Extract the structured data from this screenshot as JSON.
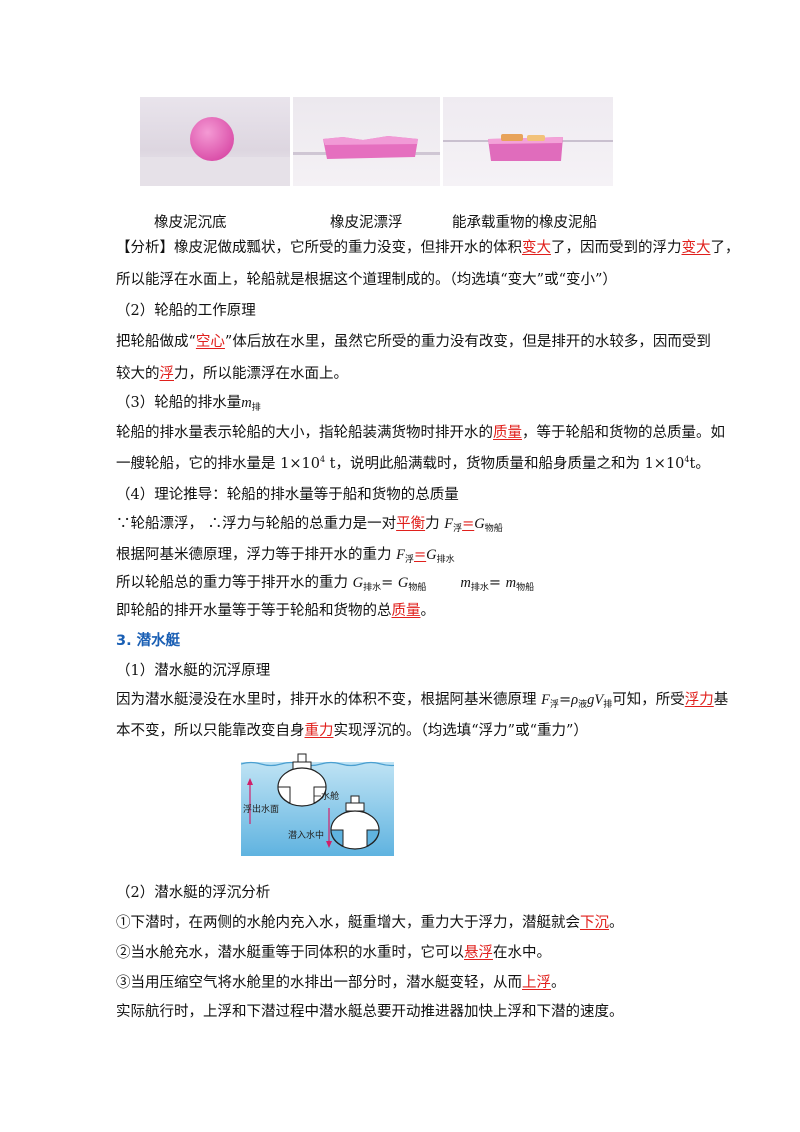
{
  "figures": {
    "photo1_caption": "橡皮泥沉底",
    "photo2_caption": "橡皮泥漂浮",
    "photo3_caption": "能承载重物的橡皮泥船"
  },
  "analysis": {
    "l1a": "【分析】橡皮泥做成瓢状，它所受的重力没变，但排开水的体积",
    "l1b": "变大",
    "l1c": "了，因而受到的浮力",
    "l1d": "变大",
    "l1e": "了，",
    "l2": "所以能浮在水面上，轮船就是根据这个道理制成的。（均选填“变大”或“变小”）"
  },
  "s2": {
    "title": "（2）轮船的工作原理",
    "l1a": "把轮船做成“",
    "l1b": "空心",
    "l1c": "”体后放在水里，虽然它所受的重力没有改变，但是排开的水较多，因而受到",
    "l2a": "较大的",
    "l2b": "浮",
    "l2c": "力，所以能漂浮在水面上。"
  },
  "s3": {
    "title": "（3）轮船的排水量",
    "title_m": "m",
    "title_sub": "排",
    "l1a": "轮船的排水量表示轮船的大小，指轮船装满货物时排开水的",
    "l1b": "质量",
    "l1c": "，等于轮船和货物的总质量。如",
    "l2a": "一艘轮船，它的排水量是 1×10",
    "l2sup": "4",
    "l2b": " t，说明此船满载时，货物质量和船身质量之和为 1×10",
    "l2sup2": "4",
    "l2c": "t。"
  },
  "s4": {
    "title": "（4）理论推导：轮船的排水量等于船和货物的总质量",
    "l1a": "∵轮船漂浮，   ∴浮力与轮船的总重力是一对",
    "l1b": "平衡",
    "l1c": "力 ",
    "l1F": "F",
    "l1sub1": "浮",
    "l1eq": "=",
    "l1G": "G",
    "l1sub2": "物船",
    "l2a": "根据阿基米德原理，浮力等于排开水的重力 ",
    "l2F": "F",
    "l2sub1": "浮",
    "l2eq": "=",
    "l2G": "G",
    "l2sub2": "排水",
    "l3a": "所以轮船总的重力等于排开水的重力 ",
    "l3G1": "G",
    "l3sub1": "排水",
    "l3eq1": "= ",
    "l3G2": "G",
    "l3sub2": "物船",
    "l3m1": "m",
    "l3sub3": "排水",
    "l3eq2": "= ",
    "l3m2": "m",
    "l3sub4": "物船",
    "l4a": "即轮船的排开水量等于等于轮船和货物的总",
    "l4b": "质量",
    "l4c": "。"
  },
  "sub": {
    "heading": "3. 潜水艇",
    "p1_title": "（1）潜水艇的沉浮原理",
    "p1_l1a": "因为潜水艇浸没在水里时，排开水的体积不变，根据阿基米德原理 ",
    "p1_F": "F",
    "p1_sub1": "浮",
    "p1_eq": "=",
    "p1_rho": "ρ",
    "p1_sub2": "液",
    "p1_g": "gV",
    "p1_sub3": "排",
    "p1_l1b": "可知，所受",
    "p1_l1c": "浮力",
    "p1_l1d": "基",
    "p1_l2a": "本不变，所以只能靠改变自身",
    "p1_l2b": "重力",
    "p1_l2c": "实现浮沉的。（均选填“浮力”或“重力”）",
    "diagram_up": "浮出水面",
    "diagram_tank": "水舱",
    "diagram_down": "潜入水中",
    "p2_title": "（2）潜水艇的浮沉分析",
    "p2_l1a": "①下潜时，在两侧的水舱内充入水，艇重增大，重力大于浮力，潜艇就会",
    "p2_l1b": "下沉",
    "p2_l1c": "。",
    "p2_l2a": "②当水舱充水，潜水艇重等于同体积的水重时，它可以",
    "p2_l2b": "悬浮",
    "p2_l2c": "在水中。",
    "p2_l3a": "③当用压缩空气将水舱里的水排出一部分时，潜水艇变轻，从而",
    "p2_l3b": "上浮",
    "p2_l3c": "。",
    "p2_l4": "实际航行时，上浮和下潜过程中潜水艇总要开动推进器加快上浮和下潜的速度。"
  },
  "colors": {
    "answer": "#e0201c",
    "heading": "#1a5fb4",
    "water": "#7fc4e6"
  }
}
